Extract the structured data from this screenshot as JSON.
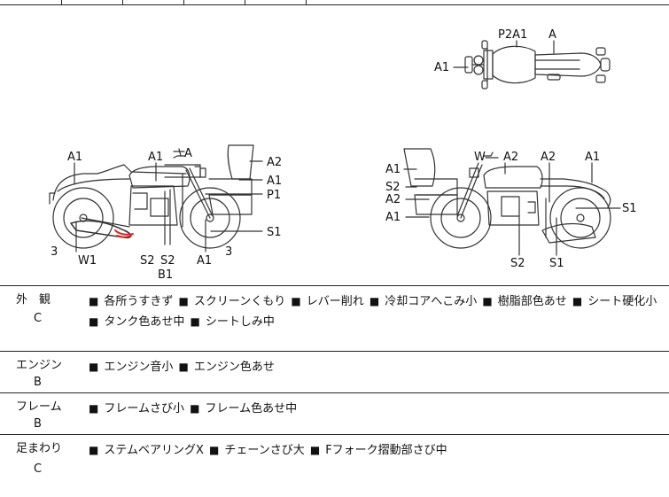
{
  "diagram": {
    "top_view": {
      "labels": [
        "P2A1",
        "A",
        "A1"
      ]
    },
    "left_view": {
      "labels": [
        "A1",
        "A1",
        "A",
        "A2",
        "A1",
        "P1",
        "S1",
        "3",
        "W1",
        "S2",
        "S2",
        "B1",
        "A1",
        "3"
      ]
    },
    "right_view": {
      "labels": [
        "W",
        "A2",
        "A2",
        "A1",
        "A1",
        "S2",
        "A2",
        "A1",
        "S1",
        "S2",
        "S1"
      ]
    },
    "damage_marker_color": "#d42a2a"
  },
  "sections": [
    {
      "label": "外　観",
      "grade": "C",
      "notes": [
        "各所うすきず",
        "スクリーンくもり",
        "レバー削れ",
        "冷却コアへこみ小",
        "樹脂部色あせ",
        "シート硬化小",
        "タンク色あせ中",
        "シートしみ中"
      ]
    },
    {
      "label": "エンジン",
      "grade": "B",
      "notes": [
        "エンジン音小",
        "エンジン色あせ"
      ]
    },
    {
      "label": "フレーム",
      "grade": "B",
      "notes": [
        "フレームさび小",
        "フレーム色あせ中"
      ]
    },
    {
      "label": "足まわり",
      "grade": "C",
      "notes": [
        "ステムベアリングX",
        "チェーンさび大",
        "Fフォーク摺動部さび中"
      ]
    }
  ]
}
